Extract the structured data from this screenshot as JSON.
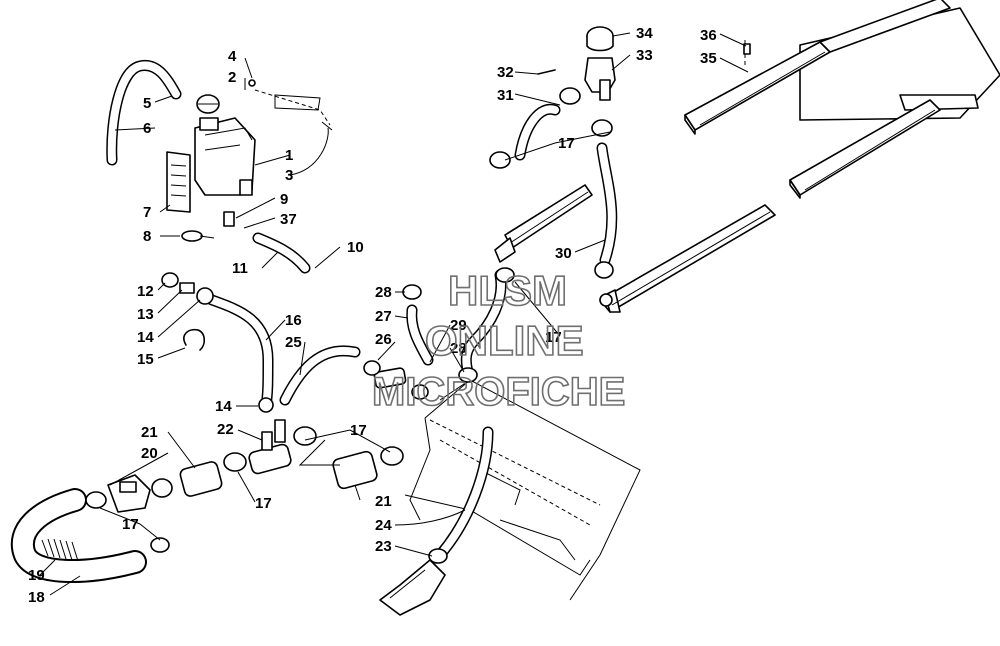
{
  "watermark": {
    "line1": "HLSM",
    "line2": "ONLINE",
    "line3": "MICROFICHE"
  },
  "callouts": [
    {
      "id": "c1",
      "label": "1"
    },
    {
      "id": "c2",
      "label": "2"
    },
    {
      "id": "c3",
      "label": "3"
    },
    {
      "id": "c4",
      "label": "4"
    },
    {
      "id": "c5",
      "label": "5"
    },
    {
      "id": "c6",
      "label": "6"
    },
    {
      "id": "c7",
      "label": "7"
    },
    {
      "id": "c8",
      "label": "8"
    },
    {
      "id": "c9",
      "label": "9"
    },
    {
      "id": "c10",
      "label": "10"
    },
    {
      "id": "c11",
      "label": "11"
    },
    {
      "id": "c12",
      "label": "12"
    },
    {
      "id": "c13",
      "label": "13"
    },
    {
      "id": "c14a",
      "label": "14"
    },
    {
      "id": "c14b",
      "label": "14"
    },
    {
      "id": "c15",
      "label": "15"
    },
    {
      "id": "c16",
      "label": "16"
    },
    {
      "id": "c17a",
      "label": "17"
    },
    {
      "id": "c17b",
      "label": "17"
    },
    {
      "id": "c17c",
      "label": "17"
    },
    {
      "id": "c17d",
      "label": "17"
    },
    {
      "id": "c17e",
      "label": "17"
    },
    {
      "id": "c18",
      "label": "18"
    },
    {
      "id": "c19",
      "label": "19"
    },
    {
      "id": "c20",
      "label": "20"
    },
    {
      "id": "c21a",
      "label": "21"
    },
    {
      "id": "c21b",
      "label": "21"
    },
    {
      "id": "c22",
      "label": "22"
    },
    {
      "id": "c23",
      "label": "23"
    },
    {
      "id": "c24",
      "label": "24"
    },
    {
      "id": "c25",
      "label": "25"
    },
    {
      "id": "c26",
      "label": "26"
    },
    {
      "id": "c27",
      "label": "27"
    },
    {
      "id": "c28a",
      "label": "28"
    },
    {
      "id": "c28b",
      "label": "28"
    },
    {
      "id": "c29",
      "label": "29"
    },
    {
      "id": "c30",
      "label": "30"
    },
    {
      "id": "c31",
      "label": "31"
    },
    {
      "id": "c32",
      "label": "32"
    },
    {
      "id": "c33",
      "label": "33"
    },
    {
      "id": "c34",
      "label": "34"
    },
    {
      "id": "c35",
      "label": "35"
    },
    {
      "id": "c36",
      "label": "36"
    },
    {
      "id": "c37",
      "label": "37"
    }
  ]
}
